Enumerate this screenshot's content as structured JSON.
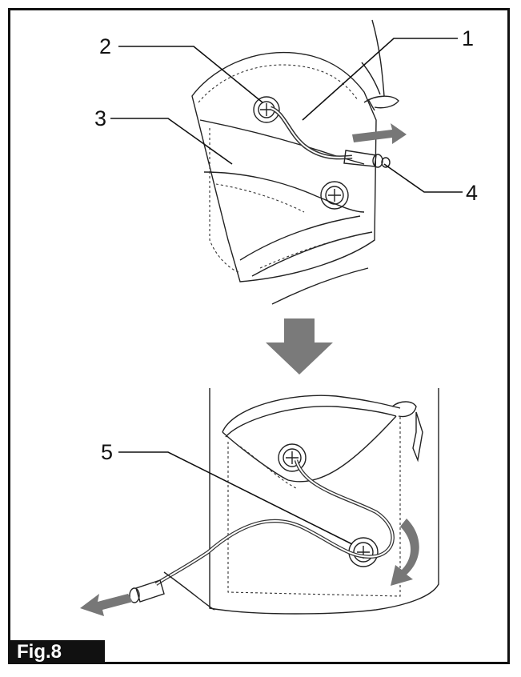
{
  "figure": {
    "label": "Fig.8",
    "callouts": [
      "1",
      "2",
      "3",
      "4",
      "5"
    ]
  },
  "colors": {
    "arrow_gray": "#7a7a7a",
    "line_dark": "#222222",
    "label_bg": "#111111"
  }
}
